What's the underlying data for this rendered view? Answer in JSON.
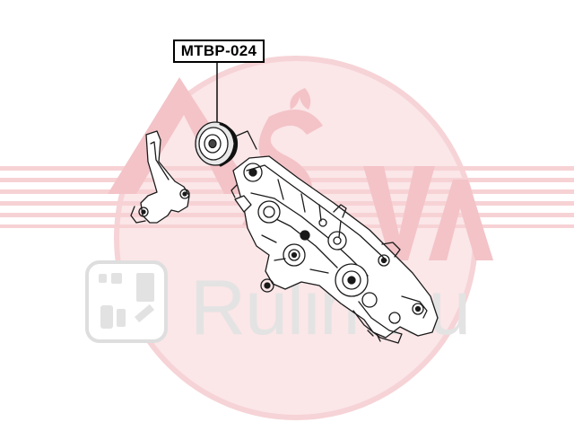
{
  "part_label": "MTBP-024",
  "watermark": {
    "brand_text": "ASVA",
    "site_text": "Rulim.ru"
  },
  "colors": {
    "watermark_red": "#f4c6c9",
    "watermark_grey": "#e3e3e3",
    "line": "#1a1a1a"
  }
}
